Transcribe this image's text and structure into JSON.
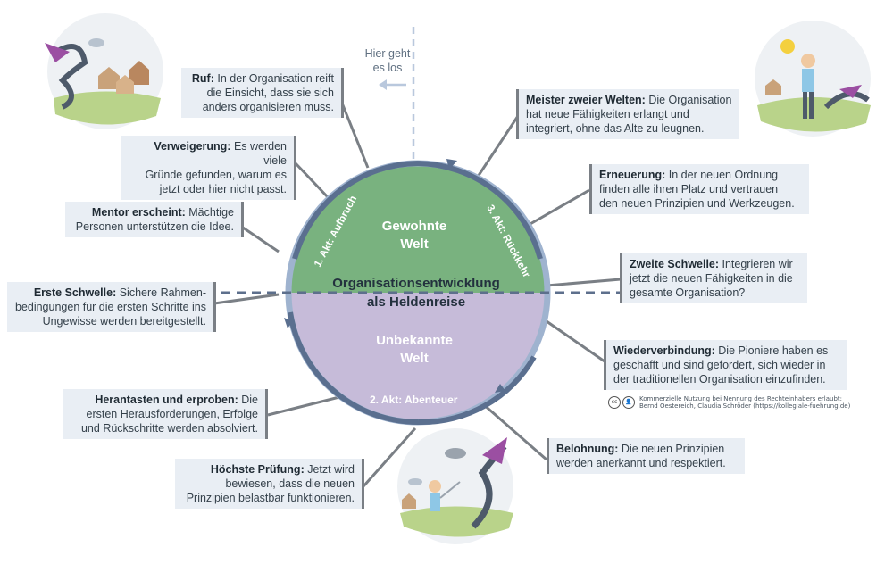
{
  "start": {
    "line1": "Hier geht",
    "line2": "es los"
  },
  "center": {
    "top_world_line1": "Gewohnte",
    "top_world_line2": "Welt",
    "bottom_world_line1": "Unbekannte",
    "bottom_world_line2": "Welt",
    "title_line1": "Organisationsentwicklung",
    "title_line2": "als Heldenreise",
    "act1": "1. Akt: Aufbruch",
    "act2": "2. Akt: Abenteuer",
    "act3": "3. Akt: Rückkehr"
  },
  "stages": {
    "ruf": {
      "title": "Ruf:",
      "text_1": " In der Organisation reift",
      "text_2": "die Einsicht, dass sie sich",
      "text_3": "anders organisieren muss."
    },
    "verweigerung": {
      "title": "Verweigerung:",
      "text_1": " Es werden viele",
      "text_2": "Gründe gefunden, warum es",
      "text_3": "jetzt oder hier nicht passt."
    },
    "mentor": {
      "title": "Mentor erscheint:",
      "text_1": " Mächtige",
      "text_2": "Personen unterstützen die Idee."
    },
    "erste_schwelle": {
      "title": "Erste Schwelle:",
      "text_1": " Sichere Rahmen-",
      "text_2": "bedingungen für die ersten Schritte ins",
      "text_3": "Ungewisse werden bereitgestellt."
    },
    "herantasten": {
      "title": "Herantasten und erproben:",
      "text_1": " Die",
      "text_2": "ersten Herausforderungen, Erfolge",
      "text_3": "und Rückschritte werden absolviert."
    },
    "hoechste_pruefung": {
      "title": "Höchste Prüfung:",
      "text_1": " Jetzt wird",
      "text_2": "bewiesen, dass die neuen",
      "text_3": "Prinzipien belastbar funktionieren."
    },
    "meister": {
      "title": "Meister zweier Welten:",
      "text_1": " Die Organisation",
      "text_2": "hat neue Fähigkeiten erlangt und",
      "text_3": "integriert, ohne das Alte zu leugnen."
    },
    "erneuerung": {
      "title": "Erneuerung:",
      "text_1": " In der neuen Ordnung",
      "text_2": "finden alle ihren Platz und vertrauen",
      "text_3": "den neuen Prinzipien und Werkzeugen."
    },
    "zweite_schwelle": {
      "title": "Zweite Schwelle:",
      "text_1": " Integrieren wir",
      "text_2": "jetzt die neuen Fähigkeiten in die",
      "text_3": "gesamte Organisation?"
    },
    "wiederverbindung": {
      "title": "Wiederverbindung:",
      "text_1": " Die Pioniere haben es",
      "text_2": "geschafft und sind gefordert, sich wieder in",
      "text_3": "der traditionellen Organisation einzufinden."
    },
    "belohnung": {
      "title": "Belohnung:",
      "text_1": " Die neuen Prinzipien",
      "text_2": "werden anerkannt und respektiert."
    }
  },
  "credit": {
    "line1": "Kommerzielle Nutzung bei Nennung des Rechteinhabers erlaubt:",
    "line2": "Bernd Oestereich, Claudia Schröder (https://kollegiale-fuehrung.de)",
    "cc": "cc"
  },
  "colors": {
    "top_world": "#79b27f",
    "bottom_world": "#c6bbd9",
    "ring": "#5a6f8f",
    "box_bg": "#e9eef4",
    "dashed_line": "#5d6f8c",
    "dragon": "#4e5a6a",
    "dragon_wing": "#9b4fa2"
  }
}
